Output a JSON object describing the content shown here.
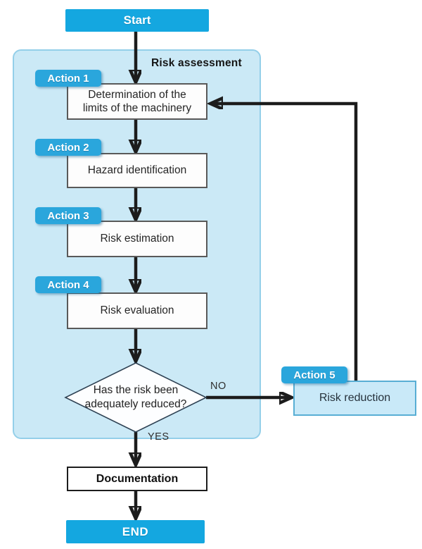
{
  "colors": {
    "node_blue": "#14a7e0",
    "badge_blue": "#2aa6dc",
    "panel_fill": "#cbe9f6",
    "panel_border": "#94cfe9",
    "box_border": "#595959",
    "reduction_fill": "#c9e9f8",
    "reduction_border": "#58aed4",
    "arrow": "#1c1c1c"
  },
  "panel": {
    "title": "Risk assessment"
  },
  "nodes": {
    "start": "Start",
    "determination": {
      "line1": "Determination of the",
      "line2": "limits of the machinery"
    },
    "hazard": "Hazard identification",
    "estimation": "Risk estimation",
    "evaluation": "Risk evaluation",
    "decision": {
      "line1": "Has the risk been",
      "line2": "adequately reduced?"
    },
    "reduction": "Risk reduction",
    "documentation": "Documentation",
    "end": "END"
  },
  "badges": [
    "Action 1",
    "Action 2",
    "Action 3",
    "Action 4",
    "Action 5"
  ],
  "edges": {
    "no": "NO",
    "yes": "YES"
  }
}
